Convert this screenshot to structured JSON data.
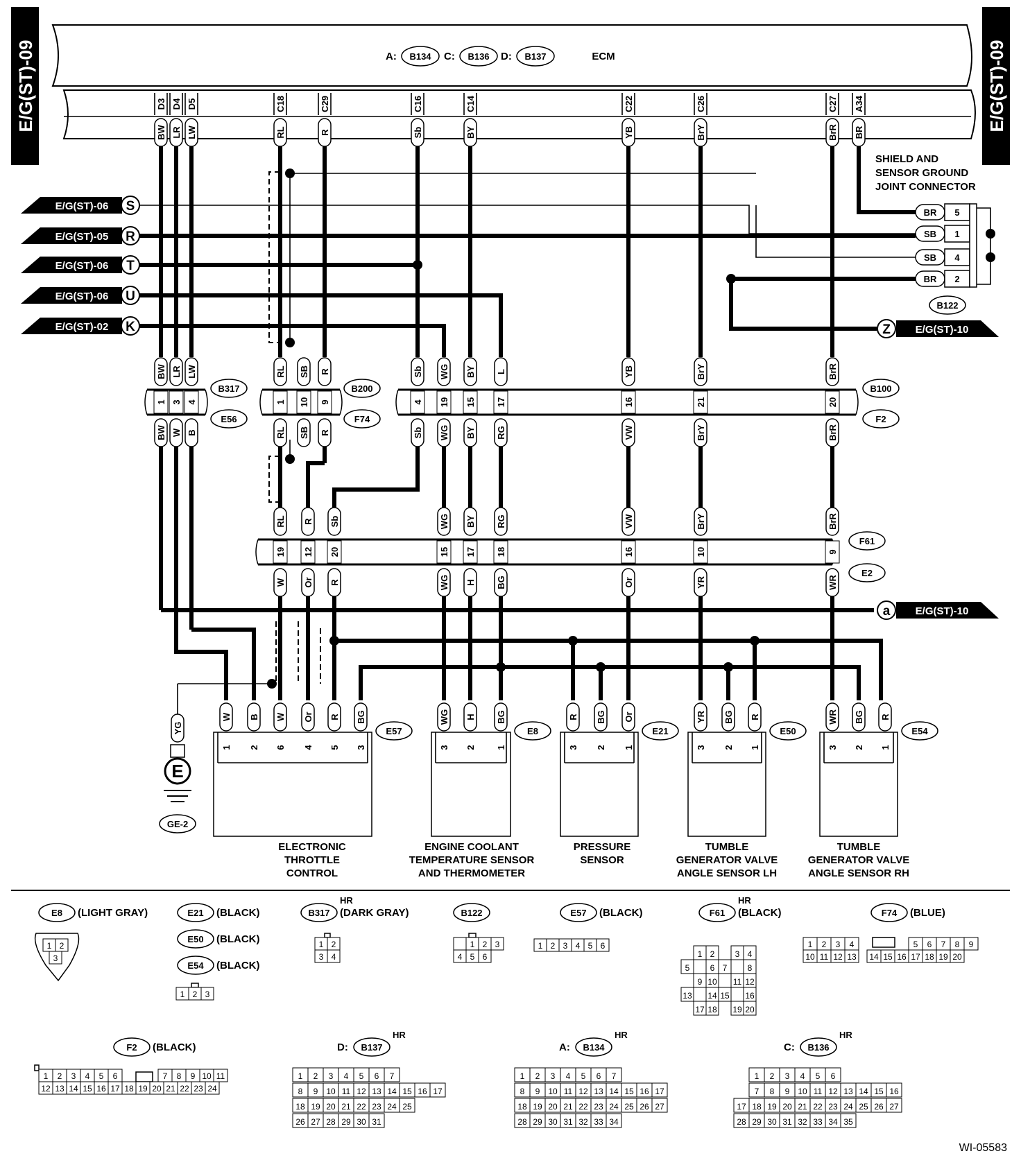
{
  "side_tag": "E/G(ST)-09",
  "ecm": {
    "label": "ECM",
    "prefixes": [
      "A:",
      "C:",
      "D:"
    ],
    "connectors": [
      "B134",
      "B136",
      "B137"
    ]
  },
  "ecm_pins": [
    {
      "pin": "D3",
      "color": "BW"
    },
    {
      "pin": "D4",
      "color": "LR"
    },
    {
      "pin": "D5",
      "color": "LW"
    },
    {
      "pin": "C18",
      "color": "RL"
    },
    {
      "pin": "C29",
      "color": "R"
    },
    {
      "pin": "C16",
      "color": "Sb"
    },
    {
      "pin": "C14",
      "color": "BY"
    },
    {
      "pin": "C22",
      "color": "YB"
    },
    {
      "pin": "C26",
      "color": "BrY"
    },
    {
      "pin": "C27",
      "color": "BrR"
    },
    {
      "pin": "A34",
      "color": "BR"
    }
  ],
  "left_refs": [
    {
      "ref": "E/G(ST)-06",
      "letter": "S"
    },
    {
      "ref": "E/G(ST)-05",
      "letter": "R"
    },
    {
      "ref": "E/G(ST)-06",
      "letter": "T"
    },
    {
      "ref": "E/G(ST)-06",
      "letter": "U"
    },
    {
      "ref": "E/G(ST)-02",
      "letter": "K"
    }
  ],
  "right_refs": [
    {
      "ref": "E/G(ST)-10",
      "letter": "Z"
    },
    {
      "ref": "E/G(ST)-10",
      "letter": "a"
    }
  ],
  "shield": {
    "title_lines": [
      "SHIELD AND",
      "SENSOR GROUND",
      "JOINT CONNECTOR"
    ],
    "connector": "B122",
    "pins": [
      {
        "color": "BR",
        "pin": "5"
      },
      {
        "color": "SB",
        "pin": "1"
      },
      {
        "color": "SB",
        "pin": "4"
      },
      {
        "color": "BR",
        "pin": "2"
      }
    ]
  },
  "inline_connectors": [
    {
      "upper": "B317",
      "lower": "E56",
      "top": [
        "BW",
        "LR",
        "LW"
      ],
      "pins": [
        "1",
        "3",
        "4"
      ],
      "bottom": [
        "BW",
        "W",
        "B"
      ]
    },
    {
      "upper": "B200",
      "lower": "F74",
      "top": [
        "RL",
        "SB",
        "R"
      ],
      "pins": [
        "1",
        "10",
        "9"
      ],
      "bottom": [
        "RL",
        "SB",
        "R"
      ]
    },
    {
      "upper": "B100",
      "lower": "F2",
      "top": [
        "Sb",
        "WG",
        "BY",
        "L",
        "YB",
        "BrY",
        "BrR"
      ],
      "pins": [
        "4",
        "19",
        "15",
        "17",
        "16",
        "21",
        "20"
      ],
      "bottom": [
        "Sb",
        "WG",
        "BY",
        "RG",
        "VW",
        "BrY",
        "BrR"
      ]
    },
    {
      "upper": "F61",
      "lower": "E2",
      "top": [
        "RL",
        "R",
        "Sb",
        "WG",
        "BY",
        "RG",
        "VW",
        "BrY",
        "BrR"
      ],
      "pins": [
        "19",
        "12",
        "20",
        "15",
        "17",
        "18",
        "16",
        "10",
        "9"
      ],
      "bottom": [
        "W",
        "Or",
        "R",
        "WG",
        "H",
        "BG",
        "Or",
        "YR",
        "WR"
      ]
    }
  ],
  "ground": {
    "wire": "YG",
    "letter": "E",
    "ref": "GE-2"
  },
  "components": [
    {
      "id": "E57",
      "wires": [
        "W",
        "B",
        "W",
        "Or",
        "R",
        "BG"
      ],
      "pins": [
        "1",
        "2",
        "6",
        "4",
        "5",
        "3"
      ],
      "caption": [
        "ELECTRONIC",
        "THROTTLE",
        "CONTROL"
      ]
    },
    {
      "id": "E8",
      "wires": [
        "WG",
        "H",
        "BG"
      ],
      "pins": [
        "3",
        "2",
        "1"
      ],
      "caption": [
        "ENGINE COOLANT",
        "TEMPERATURE SENSOR",
        "AND THERMOMETER"
      ]
    },
    {
      "id": "E21",
      "wires": [
        "R",
        "BG",
        "Or"
      ],
      "pins": [
        "3",
        "2",
        "1"
      ],
      "caption": [
        "PRESSURE",
        "SENSOR"
      ]
    },
    {
      "id": "E50",
      "wires": [
        "YR",
        "BG",
        "R"
      ],
      "pins": [
        "3",
        "2",
        "1"
      ],
      "caption": [
        "TUMBLE",
        "GENERATOR VALVE",
        "ANGLE SENSOR LH"
      ]
    },
    {
      "id": "E54",
      "wires": [
        "WR",
        "BG",
        "R"
      ],
      "pins": [
        "3",
        "2",
        "1"
      ],
      "caption": [
        "TUMBLE",
        "GENERATOR VALVE",
        "ANGLE SENSOR RH"
      ]
    }
  ],
  "legend": [
    {
      "id": "E8",
      "color": "(LIGHT GRAY)",
      "pins": [
        "1",
        "2",
        "3"
      ]
    },
    {
      "id": "E21",
      "color": "(BLACK)"
    },
    {
      "id": "E50",
      "color": "(BLACK)"
    },
    {
      "id": "E54",
      "color": "(BLACK)",
      "pins": [
        "1",
        "2",
        "3"
      ]
    },
    {
      "id": "B317",
      "hr": "HR",
      "color": "(DARK GRAY)",
      "pins": [
        "1",
        "2",
        "3",
        "4"
      ]
    },
    {
      "id": "B122",
      "pins": [
        "1",
        "2",
        "3",
        "4",
        "5",
        "6"
      ]
    },
    {
      "id": "E57",
      "color": "(BLACK)",
      "pins": [
        "1",
        "2",
        "3",
        "4",
        "5",
        "6"
      ]
    },
    {
      "id": "F61",
      "hr": "HR",
      "color": "(BLACK)",
      "pins": [
        "1",
        "2",
        "3",
        "4",
        "5",
        "6",
        "7",
        "8",
        "9",
        "10",
        "11",
        "12",
        "13",
        "14",
        "15",
        "16",
        "17",
        "18",
        "19",
        "20"
      ]
    },
    {
      "id": "F74",
      "color": "(BLUE)",
      "pins": [
        "1",
        "2",
        "3",
        "4",
        "5",
        "6",
        "7",
        "8",
        "9",
        "10",
        "11",
        "12",
        "13",
        "14",
        "15",
        "16",
        "17",
        "18",
        "19",
        "20"
      ]
    },
    {
      "id": "F2",
      "color": "(BLACK)",
      "pins": [
        "1",
        "2",
        "3",
        "4",
        "5",
        "6",
        "7",
        "8",
        "9",
        "10",
        "11",
        "12",
        "13",
        "14",
        "15",
        "16",
        "17",
        "18",
        "19",
        "20",
        "21",
        "22",
        "23",
        "24"
      ]
    },
    {
      "id": "B137",
      "prefix": "D:",
      "hr": "HR",
      "pins": [
        "1",
        "2",
        "3",
        "4",
        "5",
        "6",
        "7",
        "8",
        "9",
        "10",
        "11",
        "12",
        "13",
        "14",
        "15",
        "16",
        "17",
        "18",
        "19",
        "20",
        "21",
        "22",
        "23",
        "24",
        "25",
        "26",
        "27",
        "28",
        "29",
        "30",
        "31"
      ]
    },
    {
      "id": "B134",
      "prefix": "A:",
      "hr": "HR",
      "pins": [
        "1",
        "2",
        "3",
        "4",
        "5",
        "6",
        "7",
        "8",
        "9",
        "10",
        "11",
        "12",
        "13",
        "14",
        "15",
        "16",
        "17",
        "18",
        "19",
        "20",
        "21",
        "22",
        "23",
        "24",
        "25",
        "26",
        "27",
        "28",
        "29",
        "30",
        "31",
        "32",
        "33",
        "34"
      ]
    },
    {
      "id": "B136",
      "prefix": "C:",
      "hr": "HR",
      "pins": [
        "1",
        "2",
        "3",
        "4",
        "5",
        "6",
        "7",
        "8",
        "9",
        "10",
        "11",
        "12",
        "13",
        "14",
        "15",
        "16",
        "17",
        "18",
        "19",
        "20",
        "21",
        "22",
        "23",
        "24",
        "25",
        "26",
        "27",
        "28",
        "29",
        "30",
        "31",
        "32",
        "33",
        "34",
        "35"
      ]
    }
  ],
  "doc_id": "WI-05583"
}
